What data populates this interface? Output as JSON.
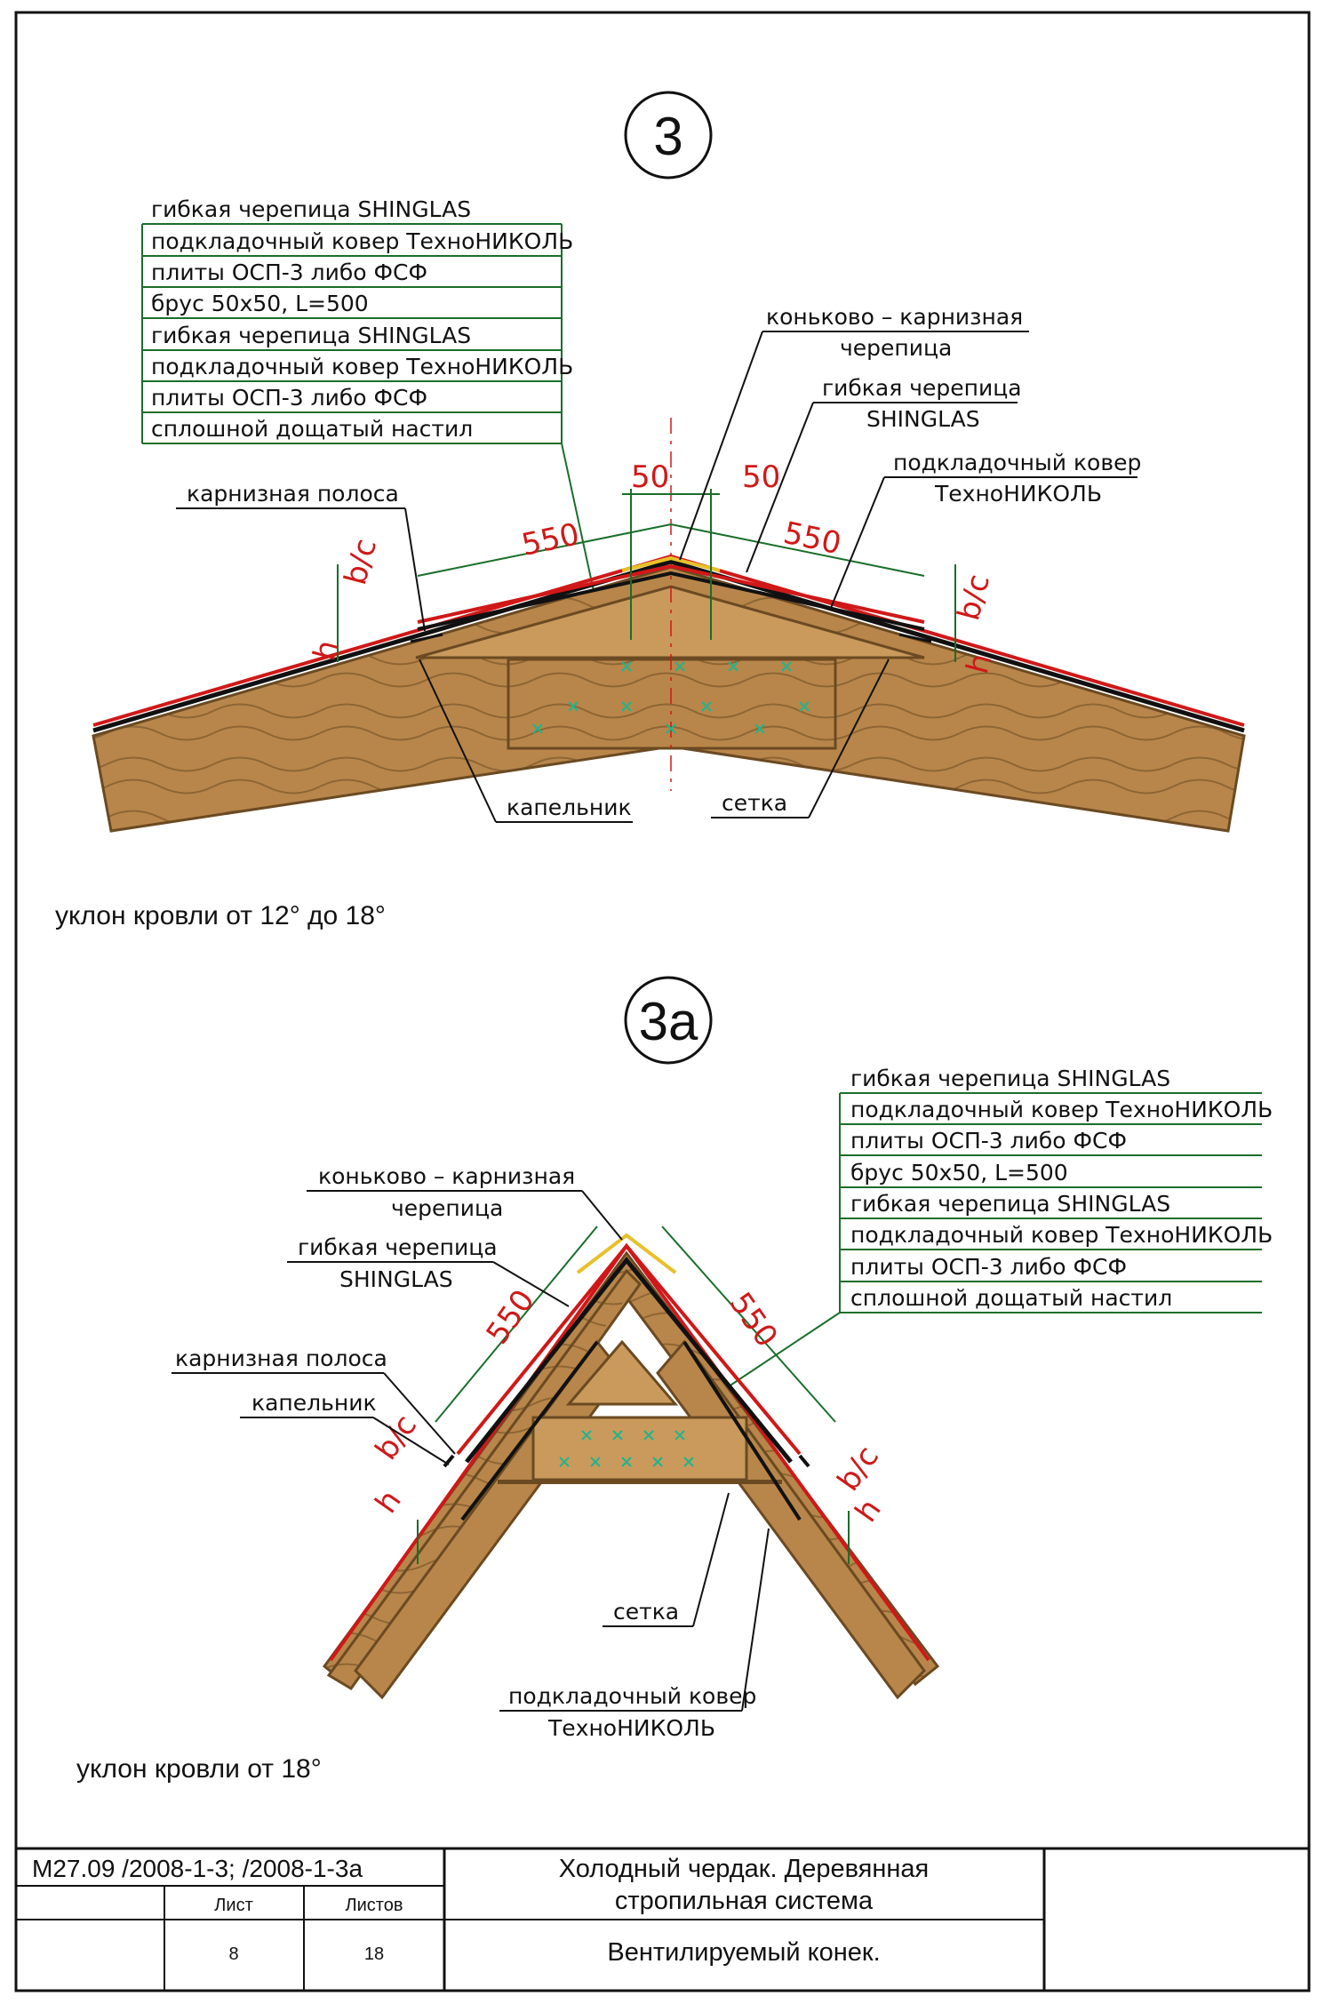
{
  "detail3": {
    "number": "3",
    "layers": [
      "гибкая черепица SHINGLAS",
      "подкладочный ковер ТехноНИКОЛЬ",
      "плиты ОСП-3 либо ФСФ",
      "брус 50х50, L=500",
      "гибкая черепица SHINGLAS",
      "подкладочный ковер ТехноНИКОЛЬ",
      "плиты ОСП-3 либо ФСФ",
      "сплошной дощатый настил"
    ],
    "ridge_tile": [
      "коньково – карнизная",
      "черепица"
    ],
    "shinglas": [
      "гибкая черепица",
      "SHINGLAS"
    ],
    "underlay": [
      "подкладочный ковер",
      "ТехноНИКОЛЬ"
    ],
    "eave_strip": "карнизная полоса",
    "drip_edge": "капельник",
    "mesh": "сетка",
    "dims": {
      "span_left": "550",
      "span_right": "550",
      "gap_left": "50",
      "gap_right": "50",
      "bc": "b/c",
      "h": "h"
    },
    "slope_note": "уклон кровли от 12° до 18°"
  },
  "detail3a": {
    "number": "3а",
    "layers": [
      "гибкая черепица SHINGLAS",
      "подкладочный ковер ТехноНИКОЛЬ",
      "плиты ОСП-3 либо ФСФ",
      "брус 50х50, L=500",
      "гибкая черепица SHINGLAS",
      "подкладочный ковер ТехноНИКОЛЬ",
      "плиты ОСП-3 либо ФСФ",
      "сплошной дощатый настил"
    ],
    "ridge_tile": [
      "коньково – карнизная",
      "черепица"
    ],
    "shinglas": [
      "гибкая черепица",
      "SHINGLAS"
    ],
    "eave_strip": "карнизная полоса",
    "drip_edge": "капельник",
    "mesh": "сетка",
    "underlay": [
      "подкладочный ковер",
      "ТехноНИКОЛЬ"
    ],
    "dims": {
      "span_left": "550",
      "span_right": "550",
      "bc": "b/c",
      "h": "h"
    },
    "slope_note": "уклон кровли от 18°"
  },
  "title_block": {
    "code": "М27.09 /2008-1-3; /2008-1-3а",
    "sheet_label": "Лист",
    "sheets_label": "Листов",
    "sheet_value": "8",
    "sheets_value": "18",
    "title_line1": "Холодный чердак. Деревянная",
    "title_line2": "стропильная система",
    "subtitle": "Вентилируемый конек."
  },
  "colors": {
    "timber": "#b8864a",
    "timber_dark": "#6b4a22",
    "leader": "#1a6e2a",
    "dimension": "#d01818",
    "shingle_red": "#d01818",
    "shingle_yellow": "#e8c02a",
    "mesh": "#20b48c"
  }
}
